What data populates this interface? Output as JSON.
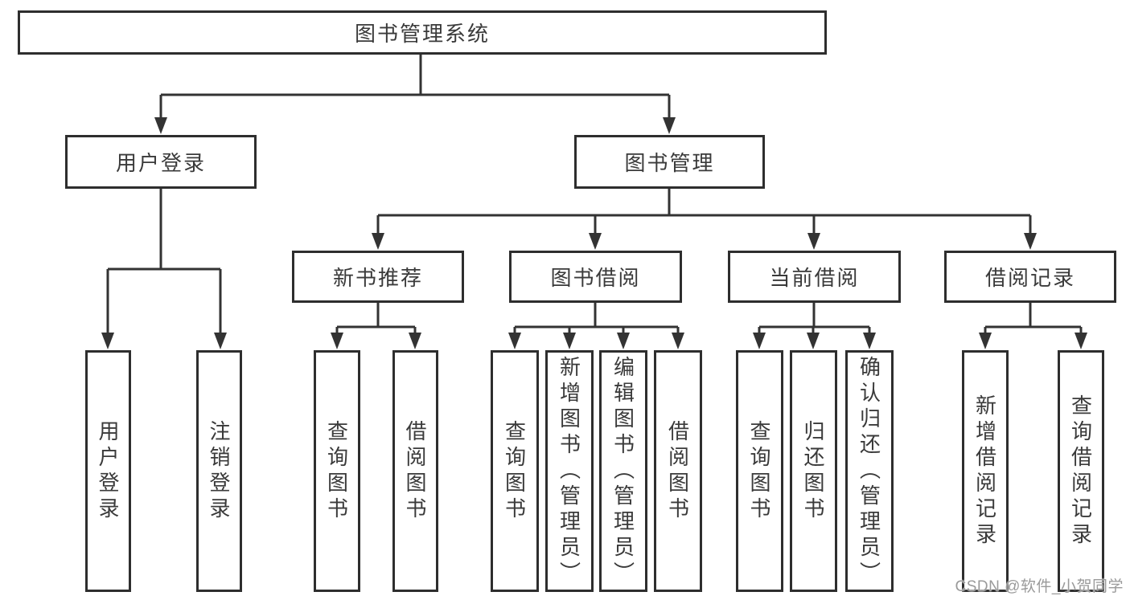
{
  "tree": {
    "root": {
      "label": "图书管理系统"
    },
    "branches": [
      {
        "label": "用户登录",
        "children": [
          {
            "label": "用户登录"
          },
          {
            "label": "注销登录"
          }
        ]
      },
      {
        "label": "图书管理",
        "children": [
          {
            "label": "新书推荐",
            "children": [
              {
                "label": "查询图书"
              },
              {
                "label": "借阅图书"
              }
            ]
          },
          {
            "label": "图书借阅",
            "children": [
              {
                "label": "查询图书"
              },
              {
                "label": "新增图书（管理员）"
              },
              {
                "label": "编辑图书（管理员）"
              },
              {
                "label": "借阅图书"
              }
            ]
          },
          {
            "label": "当前借阅",
            "children": [
              {
                "label": "查询图书"
              },
              {
                "label": "归还图书"
              },
              {
                "label": "确认归还（管理员）"
              }
            ]
          },
          {
            "label": "借阅记录",
            "children": [
              {
                "label": "新增借阅记录"
              },
              {
                "label": "查询借阅记录"
              }
            ]
          }
        ]
      }
    ]
  },
  "watermark": {
    "text": "CSDN @软件_小贺同学"
  },
  "colors": {
    "line": "#333333",
    "box_border": "#2e2e2e",
    "text": "#3a3a3a",
    "watermark": "#9a9a9a",
    "background": "#ffffff"
  }
}
